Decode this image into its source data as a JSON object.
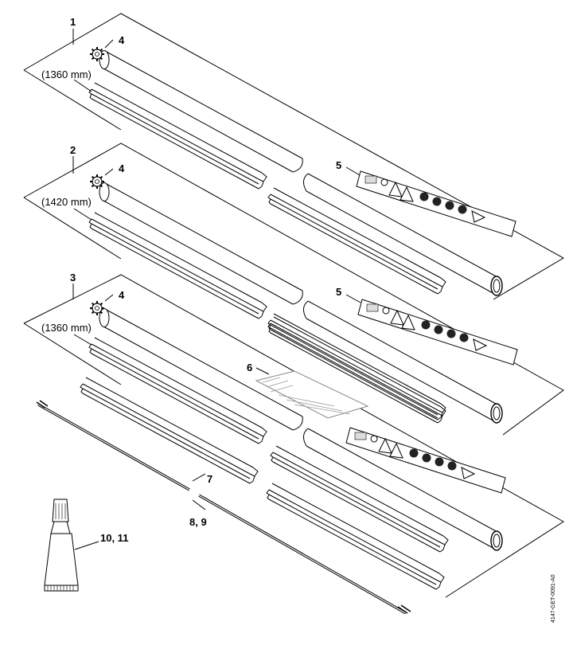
{
  "drawing_code": "4147-GET-0091-A0",
  "panels": [
    {
      "item": "1",
      "gear": "4",
      "length": "(1360 mm)",
      "label": "5"
    },
    {
      "item": "2",
      "gear": "4",
      "length": "(1420 mm)",
      "label": "5"
    },
    {
      "item": "3",
      "gear": "4",
      "length": "(1360 mm)",
      "label": "6"
    }
  ],
  "loose_parts": {
    "bearing": "7",
    "shaft": "8, 9",
    "grease": "10, 11"
  },
  "colors": {
    "line": "#000000",
    "background": "#ffffff",
    "label_dark": "#222222"
  }
}
